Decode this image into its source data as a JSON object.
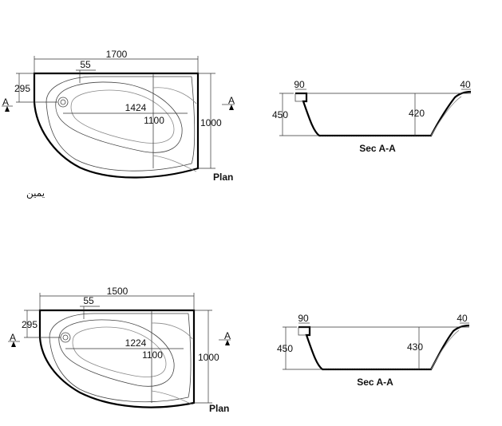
{
  "variant_top": {
    "plan": {
      "length": "1700",
      "rim": "55",
      "offset": "295",
      "inner_length": "1424",
      "inner_width": "1100",
      "width": "1000",
      "section_marker": "A",
      "label": "Plan"
    },
    "side_label": "يمين",
    "section": {
      "rim_left": "90",
      "rim_right": "40",
      "height": "450",
      "depth": "420",
      "label": "Sec  A-A"
    }
  },
  "variant_bottom": {
    "plan": {
      "length": "1500",
      "rim": "55",
      "offset": "295",
      "inner_length": "1224",
      "inner_width": "1100",
      "width": "1000",
      "section_marker": "A",
      "label": "Plan"
    },
    "section": {
      "rim_left": "90",
      "rim_right": "40",
      "height": "450",
      "depth": "430",
      "label": "Sec  A-A"
    }
  }
}
